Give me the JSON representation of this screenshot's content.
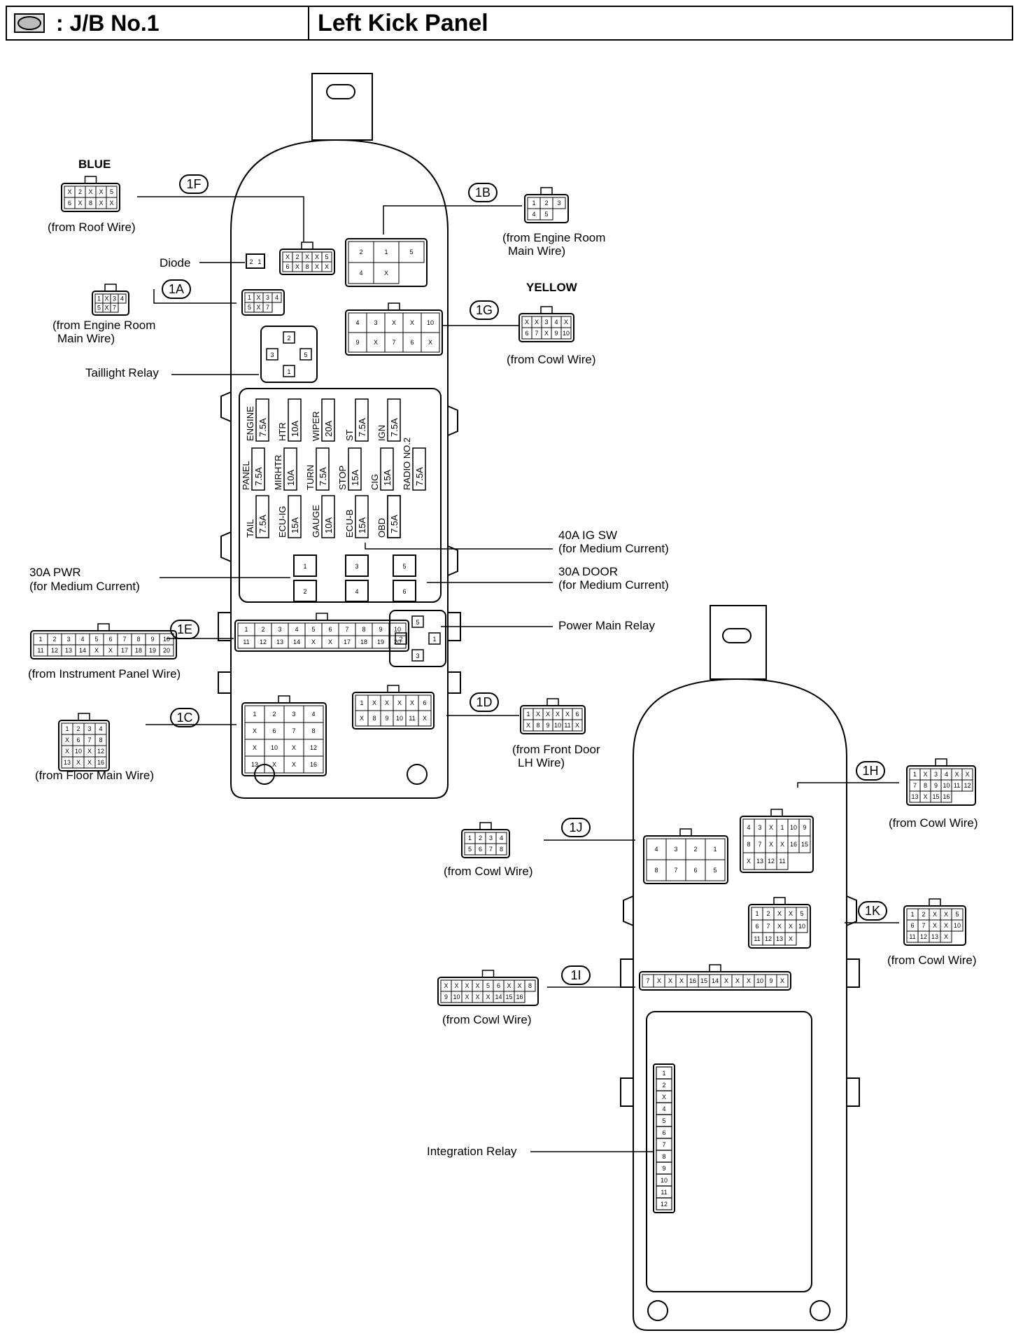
{
  "header": {
    "code": ": J/B No.1",
    "location": "Left Kick Panel"
  },
  "connectors": {
    "1F": {
      "id": "1F",
      "color": "BLUE",
      "source": "(from Roof Wire)",
      "pins": [
        "X",
        "2",
        "X",
        "X",
        "5",
        "6",
        "X",
        "8",
        "X",
        "X"
      ]
    },
    "1B": {
      "id": "1B",
      "source_line1": "(from Engine Room",
      "source_line2": "Main Wire)",
      "pins": [
        "1",
        "2",
        "3",
        "4",
        "5"
      ]
    },
    "1A": {
      "id": "1A",
      "source_line1": "(from Engine Room",
      "source_line2": "Main Wire)",
      "pins": [
        "1",
        "X",
        "3",
        "4",
        "5",
        "X",
        "7"
      ]
    },
    "1G": {
      "id": "1G",
      "color": "YELLOW",
      "source": "(from Cowl Wire)",
      "pins": [
        "X",
        "X",
        "3",
        "4",
        "X",
        "6",
        "7",
        "X",
        "9",
        "10"
      ]
    },
    "1E": {
      "id": "1E",
      "source": "(from Instrument Panel Wire)",
      "pins": [
        "1",
        "2",
        "3",
        "4",
        "5",
        "6",
        "7",
        "8",
        "9",
        "10",
        "11",
        "12",
        "13",
        "14",
        "X",
        "X",
        "17",
        "18",
        "19",
        "20"
      ]
    },
    "1C": {
      "id": "1C",
      "source": "(from Floor Main Wire)",
      "pins": [
        "1",
        "2",
        "3",
        "4",
        "X",
        "6",
        "7",
        "8",
        "X",
        "10",
        "X",
        "12",
        "13",
        "X",
        "X",
        "16"
      ]
    },
    "1D": {
      "id": "1D",
      "source_line1": "(from Front Door",
      "source_line2": "LH Wire)",
      "pins": [
        "1",
        "X",
        "X",
        "X",
        "X",
        "6",
        "X",
        "8",
        "9",
        "10",
        "11",
        "X"
      ]
    },
    "1H": {
      "id": "1H",
      "source": "(from Cowl Wire)",
      "pins": [
        "1",
        "X",
        "3",
        "4",
        "X",
        "X",
        "7",
        "8",
        "9",
        "10",
        "11",
        "12",
        "13",
        "X",
        "15",
        "16"
      ]
    },
    "1J": {
      "id": "1J",
      "source": "(from Cowl Wire)",
      "pins": [
        "1",
        "2",
        "3",
        "4",
        "5",
        "6",
        "7",
        "8"
      ]
    },
    "1K": {
      "id": "1K",
      "source": "(from Cowl Wire)",
      "pins": [
        "1",
        "2",
        "X",
        "X",
        "5",
        "6",
        "7",
        "X",
        "X",
        "10",
        "11",
        "12",
        "13",
        "X"
      ]
    },
    "1I": {
      "id": "1I",
      "source": "(from Cowl Wire)",
      "pins": [
        "X",
        "X",
        "X",
        "X",
        "5",
        "6",
        "X",
        "X",
        "8",
        "9",
        "10",
        "X",
        "X",
        "X",
        "14",
        "15",
        "16"
      ]
    }
  },
  "labels": {
    "diode": "Diode",
    "taillight_relay": "Taillight Relay",
    "power_main_relay": "Power Main Relay",
    "integration_relay": "Integration Relay",
    "pwr30_line1": "30A PWR",
    "pwr30_line2": "(for Medium Current)",
    "igsw40_line1": "40A IG SW",
    "igsw40_line2": "(for Medium Current)",
    "door30_line1": "30A DOOR",
    "door30_line2": "(for Medium Current)"
  },
  "fuses": [
    {
      "name": "ENGINE",
      "rating": "7.5A"
    },
    {
      "name": "HTR",
      "rating": "10A"
    },
    {
      "name": "WIPER",
      "rating": "20A"
    },
    {
      "name": "ST",
      "rating": "7.5A"
    },
    {
      "name": "IGN",
      "rating": "7.5A"
    },
    {
      "name": "PANEL",
      "rating": "7.5A"
    },
    {
      "name": "MIRHTR",
      "rating": "10A"
    },
    {
      "name": "TURN",
      "rating": "7.5A"
    },
    {
      "name": "STOP",
      "rating": "15A"
    },
    {
      "name": "CIG",
      "rating": "15A"
    },
    {
      "name": "RADIO NO.2",
      "rating": "7.5A"
    },
    {
      "name": "TAIL",
      "rating": "7.5A"
    },
    {
      "name": "ECU-IG",
      "rating": "15A"
    },
    {
      "name": "GAUGE",
      "rating": "10A"
    },
    {
      "name": "ECU-B",
      "rating": "15A"
    },
    {
      "name": "OBD",
      "rating": "7.5A"
    }
  ],
  "integration_relay_pins": [
    "1",
    "2",
    "X",
    "4",
    "5",
    "6",
    "7",
    "8",
    "9",
    "10",
    "11",
    "12"
  ],
  "jb_1b_pins": [
    "2",
    "1",
    "5",
    "4",
    "X"
  ],
  "jb_1g_pins": [
    "4",
    "3",
    "X",
    "X",
    "10",
    "9",
    "X",
    "7",
    "6",
    "X"
  ],
  "jb_1j_pins": [
    "4",
    "3",
    "2",
    "1",
    "8",
    "7",
    "6",
    "5"
  ],
  "jb_1h_pins": [
    "4",
    "3",
    "X",
    "1",
    "10",
    "9",
    "8",
    "7",
    "X",
    "X",
    "16",
    "15",
    "X",
    "13",
    "12",
    "11"
  ],
  "jb_1i_pins": [
    "7",
    "X",
    "X",
    "X",
    "16",
    "15",
    "14",
    "X",
    "X",
    "X",
    "10",
    "9",
    "X"
  ],
  "medium_fuse_pins": [
    "1",
    "2",
    "3",
    "4",
    "5",
    "6"
  ]
}
